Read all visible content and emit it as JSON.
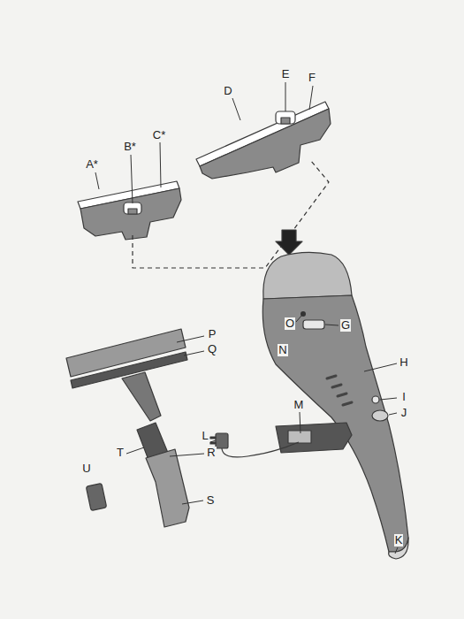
{
  "diagram": {
    "labels": [
      "A*",
      "B*",
      "C*",
      "D",
      "E",
      "F",
      "G",
      "H",
      "I",
      "J",
      "K",
      "L",
      "M",
      "N",
      "O",
      "P",
      "Q",
      "R",
      "S",
      "T",
      "U"
    ]
  }
}
